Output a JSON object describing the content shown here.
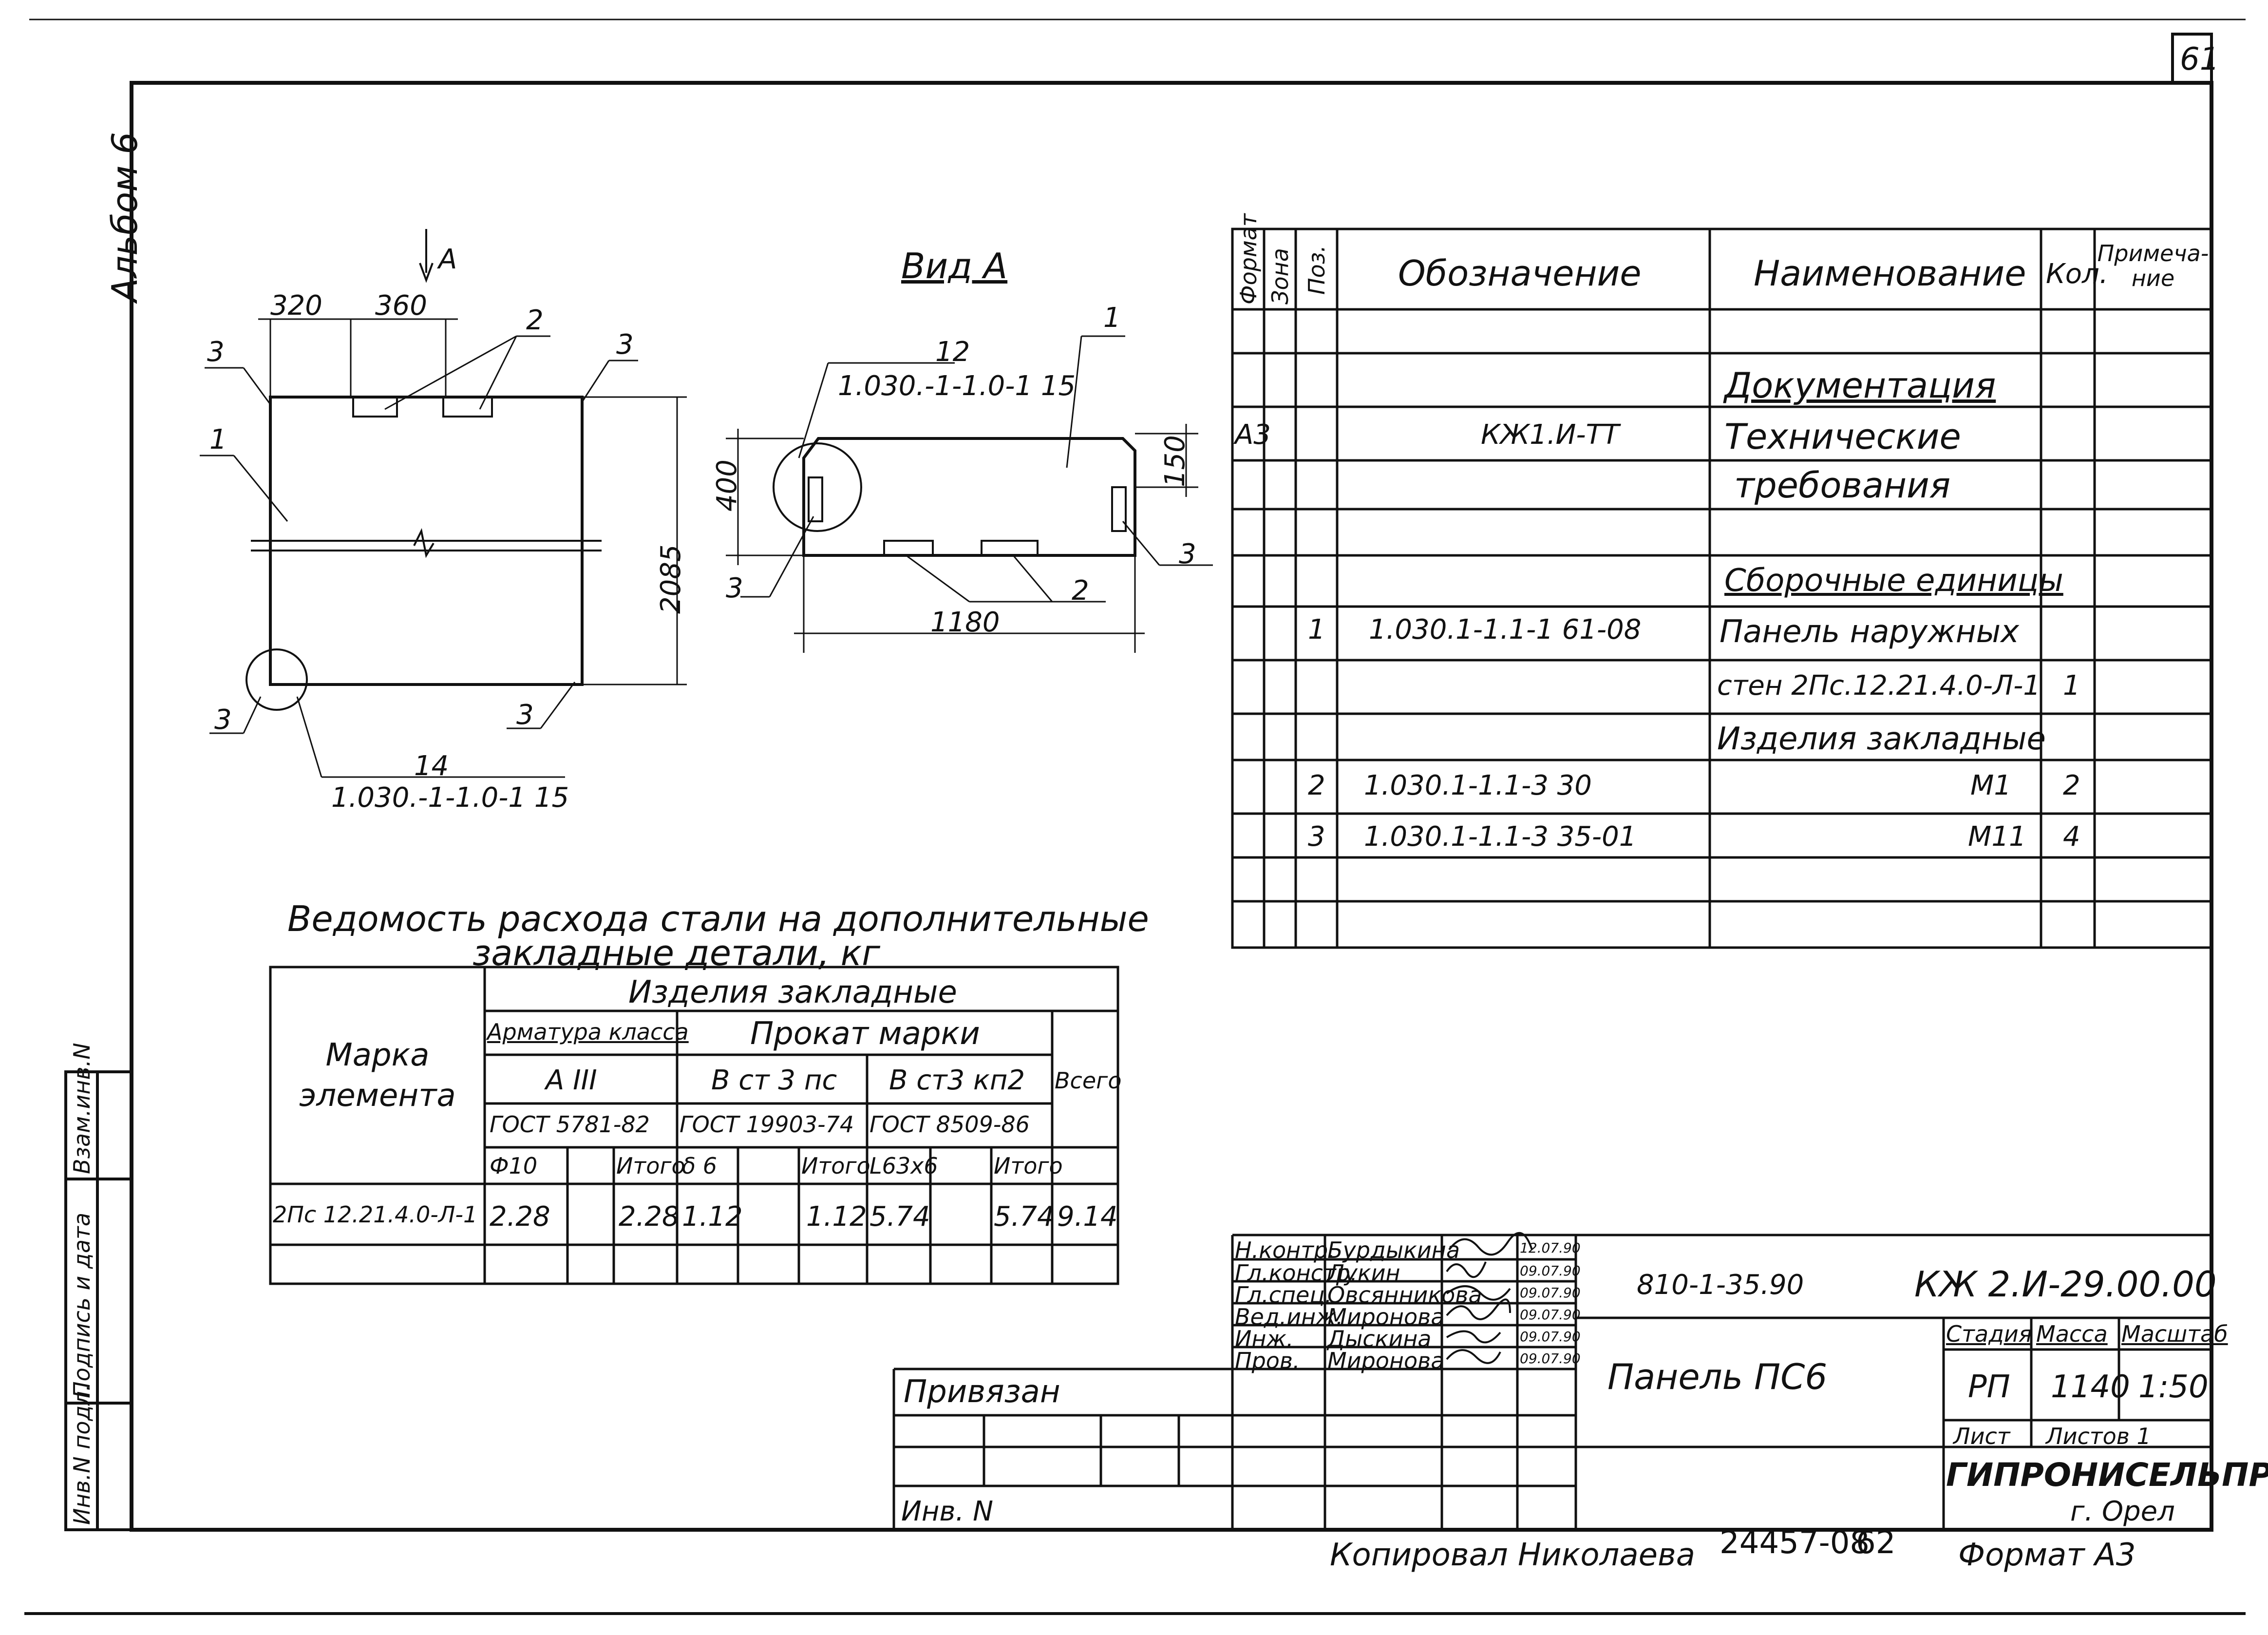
{
  "sheet_number": "61",
  "album_label": "Альбом 6",
  "view_a": {
    "arrow_label": "А",
    "title": "Вид А",
    "dims": {
      "d320": "320",
      "d360": "360",
      "d2085": "2085",
      "d400": "400",
      "d150": "150",
      "d1180": "1180"
    },
    "callouts": {
      "c1": "1",
      "c2": "2",
      "c3": "3"
    },
    "node_12_num": "12",
    "node_12_ref": "1.030.-1-1.0-1 15",
    "node_14_num": "14",
    "node_14_ref": "1.030.-1-1.0-1 15"
  },
  "spec": {
    "headers": [
      "Формат",
      "Зона",
      "Поз.",
      "Обозначение",
      "Наименование",
      "Кол.",
      "Примеча-ние"
    ],
    "section_docs": "Документация",
    "doc_format": "А3",
    "doc_code": "КЖ1.И-ТТ",
    "doc_name_1": "Технические",
    "doc_name_2": "требования",
    "section_assembly": "Сборочные единицы",
    "row1_pos": "1",
    "row1_code": "1.030.1-1.1-1 61-08",
    "row1_name_1": "Панель наружных",
    "row1_name_2": "стен 2Пс.12.21.4.0-Л-1",
    "row1_qty": "1",
    "section_embedded": "Изделия закладные",
    "row2_pos": "2",
    "row2_code": "1.030.1-1.1-3 30",
    "row2_name": "М1",
    "row2_qty": "2",
    "row3_pos": "3",
    "row3_code": "1.030.1-1.1-3 35-01",
    "row3_name": "М11",
    "row3_qty": "4"
  },
  "steel": {
    "title_1": "Ведомость расхода стали на дополнительные",
    "title_2": "закладные детали, кг",
    "h_mark": "Марка элемента",
    "h_items": "Изделия закладные",
    "h_arm": "Арматура класса",
    "h_arm_class": "А III",
    "h_arm_gost": "ГОСТ 5781-82",
    "h_prokat": "Прокат марки",
    "h_p1": "В ст 3 пс",
    "h_p1_gost": "ГОСТ 19903-74",
    "h_p2": "В ст3 кп2",
    "h_p2_gost": "ГОСТ 8509-86",
    "h_total": "Всего",
    "h_d10": "Ф10",
    "h_itogo": "Итого",
    "h_d6": "δ 6",
    "h_angle": "L63x6",
    "row_mark": "2Пс 12.21.4.0-Л-1",
    "row_values": [
      "2.28",
      "",
      "2.28",
      "1.12",
      "",
      "1.12",
      "5.74",
      "",
      "5.74",
      "9.14"
    ]
  },
  "title_block": {
    "roles": [
      "Н.контр.",
      "Гл.констр.",
      "Гл.спец.",
      "Вед.инж.",
      "Инж.",
      "Пров."
    ],
    "names": [
      "Бурдыкина",
      "Лукин",
      "Овсянникова",
      "Миронова",
      "Дыскина",
      "Миронова"
    ],
    "dates": [
      "12.07.90",
      "09.07.90",
      "09.07.90",
      "09.07.90",
      "09.07.90",
      "09.07.90"
    ],
    "series": "810-1-35.90",
    "code": "КЖ 2.И-29.00.00",
    "product": "Панель ПС6",
    "h_stage": "Стадия",
    "h_mass": "Масса",
    "h_scale": "Масштаб",
    "stage": "РП",
    "mass": "1140",
    "scale": "1:50",
    "sheet_label": "Лист",
    "sheets_label": "Листов 1",
    "org": "ГИПРОНИСЕЛЬПРОМ",
    "city": "г. Орел",
    "privyazan": "Привязан",
    "inv": "Инв. N",
    "copied": "Копировал Николаева",
    "stamp": "24457-08",
    "page": "62",
    "format": "Формат А3"
  },
  "side_stamp": {
    "inv_orig": "Инв.N подл.",
    "sign_date": "Подпись и дата",
    "replace_inv": "Взам.инв.N"
  }
}
